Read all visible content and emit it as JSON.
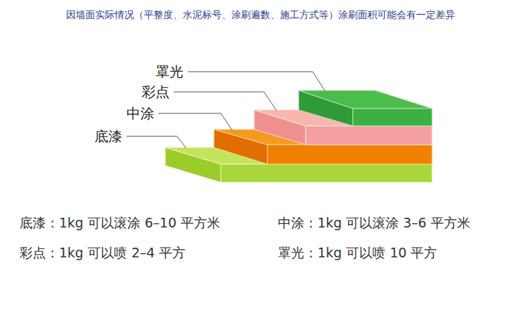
{
  "diagram": {
    "title": "因墙面实际情况（平整度、水泥标号、涂刷遍数、施工方式等）涂刷面积可能会有一定差异",
    "labels": [
      "罩光",
      "彩点",
      "中涂",
      "底漆",
      "底漆：1kg 可以滚涂 6–10 平方米",
      "中涂：1kg 可以滚涂 3–6 平方米",
      "彩点：1kg 可以喷 2–4 平方",
      "罩光：1kg 可以喷 10 平方"
    ]
  }
}
